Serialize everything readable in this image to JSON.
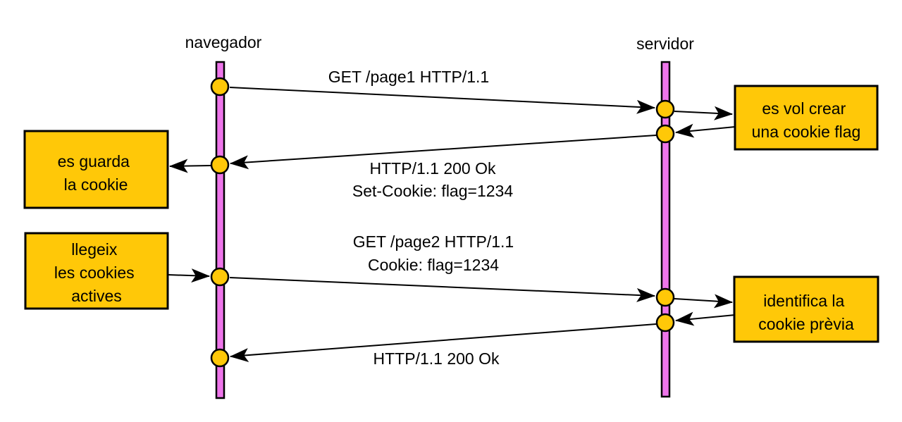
{
  "diagram": {
    "actors": [
      {
        "id": "navegador",
        "label": "navegador"
      },
      {
        "id": "servidor",
        "label": "servidor"
      }
    ],
    "messages": [
      {
        "from": "navegador",
        "to": "servidor",
        "lines": [
          "GET /page1 HTTP/1.1"
        ]
      },
      {
        "from": "servidor",
        "to": "navegador",
        "lines": [
          "HTTP/1.1 200 Ok",
          "Set-Cookie: flag=1234"
        ]
      },
      {
        "from": "navegador",
        "to": "servidor",
        "lines": [
          "GET /page2 HTTP/1.1",
          "Cookie: flag=1234"
        ]
      },
      {
        "from": "servidor",
        "to": "navegador",
        "lines": [
          "HTTP/1.1 200 Ok"
        ]
      }
    ],
    "notes": [
      {
        "side": "left",
        "lines": [
          "es guarda",
          "la cookie"
        ]
      },
      {
        "side": "left",
        "lines": [
          "llegeix",
          "les cookies",
          "actives"
        ]
      },
      {
        "side": "right",
        "lines": [
          "es vol crear",
          "una cookie flag"
        ]
      },
      {
        "side": "right",
        "lines": [
          "identifica la",
          "cookie prèvia"
        ]
      }
    ],
    "colors": {
      "lifeline": "#EE75EA",
      "node": "#FFC808",
      "note": "#FFC808",
      "line": "#000000",
      "background": "#FFFFFF"
    }
  }
}
